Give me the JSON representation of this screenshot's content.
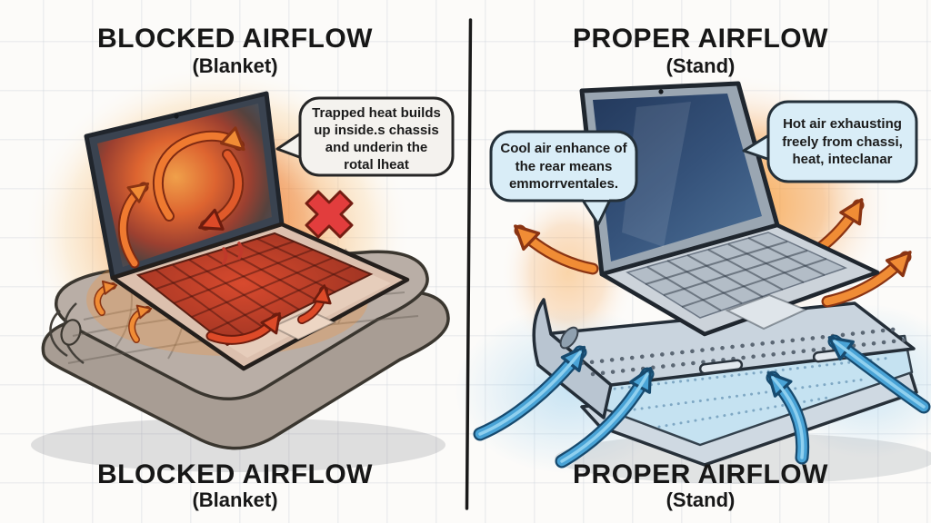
{
  "left_panel": {
    "top_title": "BLOCKED AIRFLOW",
    "top_subtitle": "(Blanket)",
    "bubble_lines": [
      "Trapped heat builds",
      "up inside.s chassis",
      "and underin the",
      "rotal lheat"
    ],
    "bottom_title": "BLOCKED AIRFLOW",
    "bottom_subtitle": "(Blanket)"
  },
  "right_panel": {
    "top_title": "PROPER AIRFLOW",
    "top_subtitle": "(Stand)",
    "cool_bubble_lines": [
      "Cool air enhance of",
      "the rear means",
      "emmorrventales."
    ],
    "hot_bubble_lines": [
      "Hot air exhausting",
      "freely from chassi,",
      "heat, inteclanar"
    ],
    "bottom_title": "PROPER AIRFLOW",
    "bottom_subtitle": "(Stand)"
  },
  "icons": {
    "blocked_x": "red-x-cross",
    "heat_circulation": "circulating-heat-arrows",
    "heat_exhaust": "hot-air-exhaust-arrows",
    "cool_intake": "cool-air-intake-arrows"
  },
  "colors": {
    "background": "#fcfbf9",
    "grid_line": "#cbd1d8",
    "divider": "#1a1a1a",
    "title_text": "#171717",
    "heat_orange": "#f08c35",
    "heat_red": "#dd4a28",
    "blocked_x_red": "#e23d3d",
    "cool_blue": "#49a3d6",
    "bubble_gray": "#f4f2ee",
    "bubble_blue": "#d9edf7",
    "blanket_taupe": "#b3a89f",
    "stand_silver": "#c9d4de",
    "screen_navy": "#2c4668"
  }
}
